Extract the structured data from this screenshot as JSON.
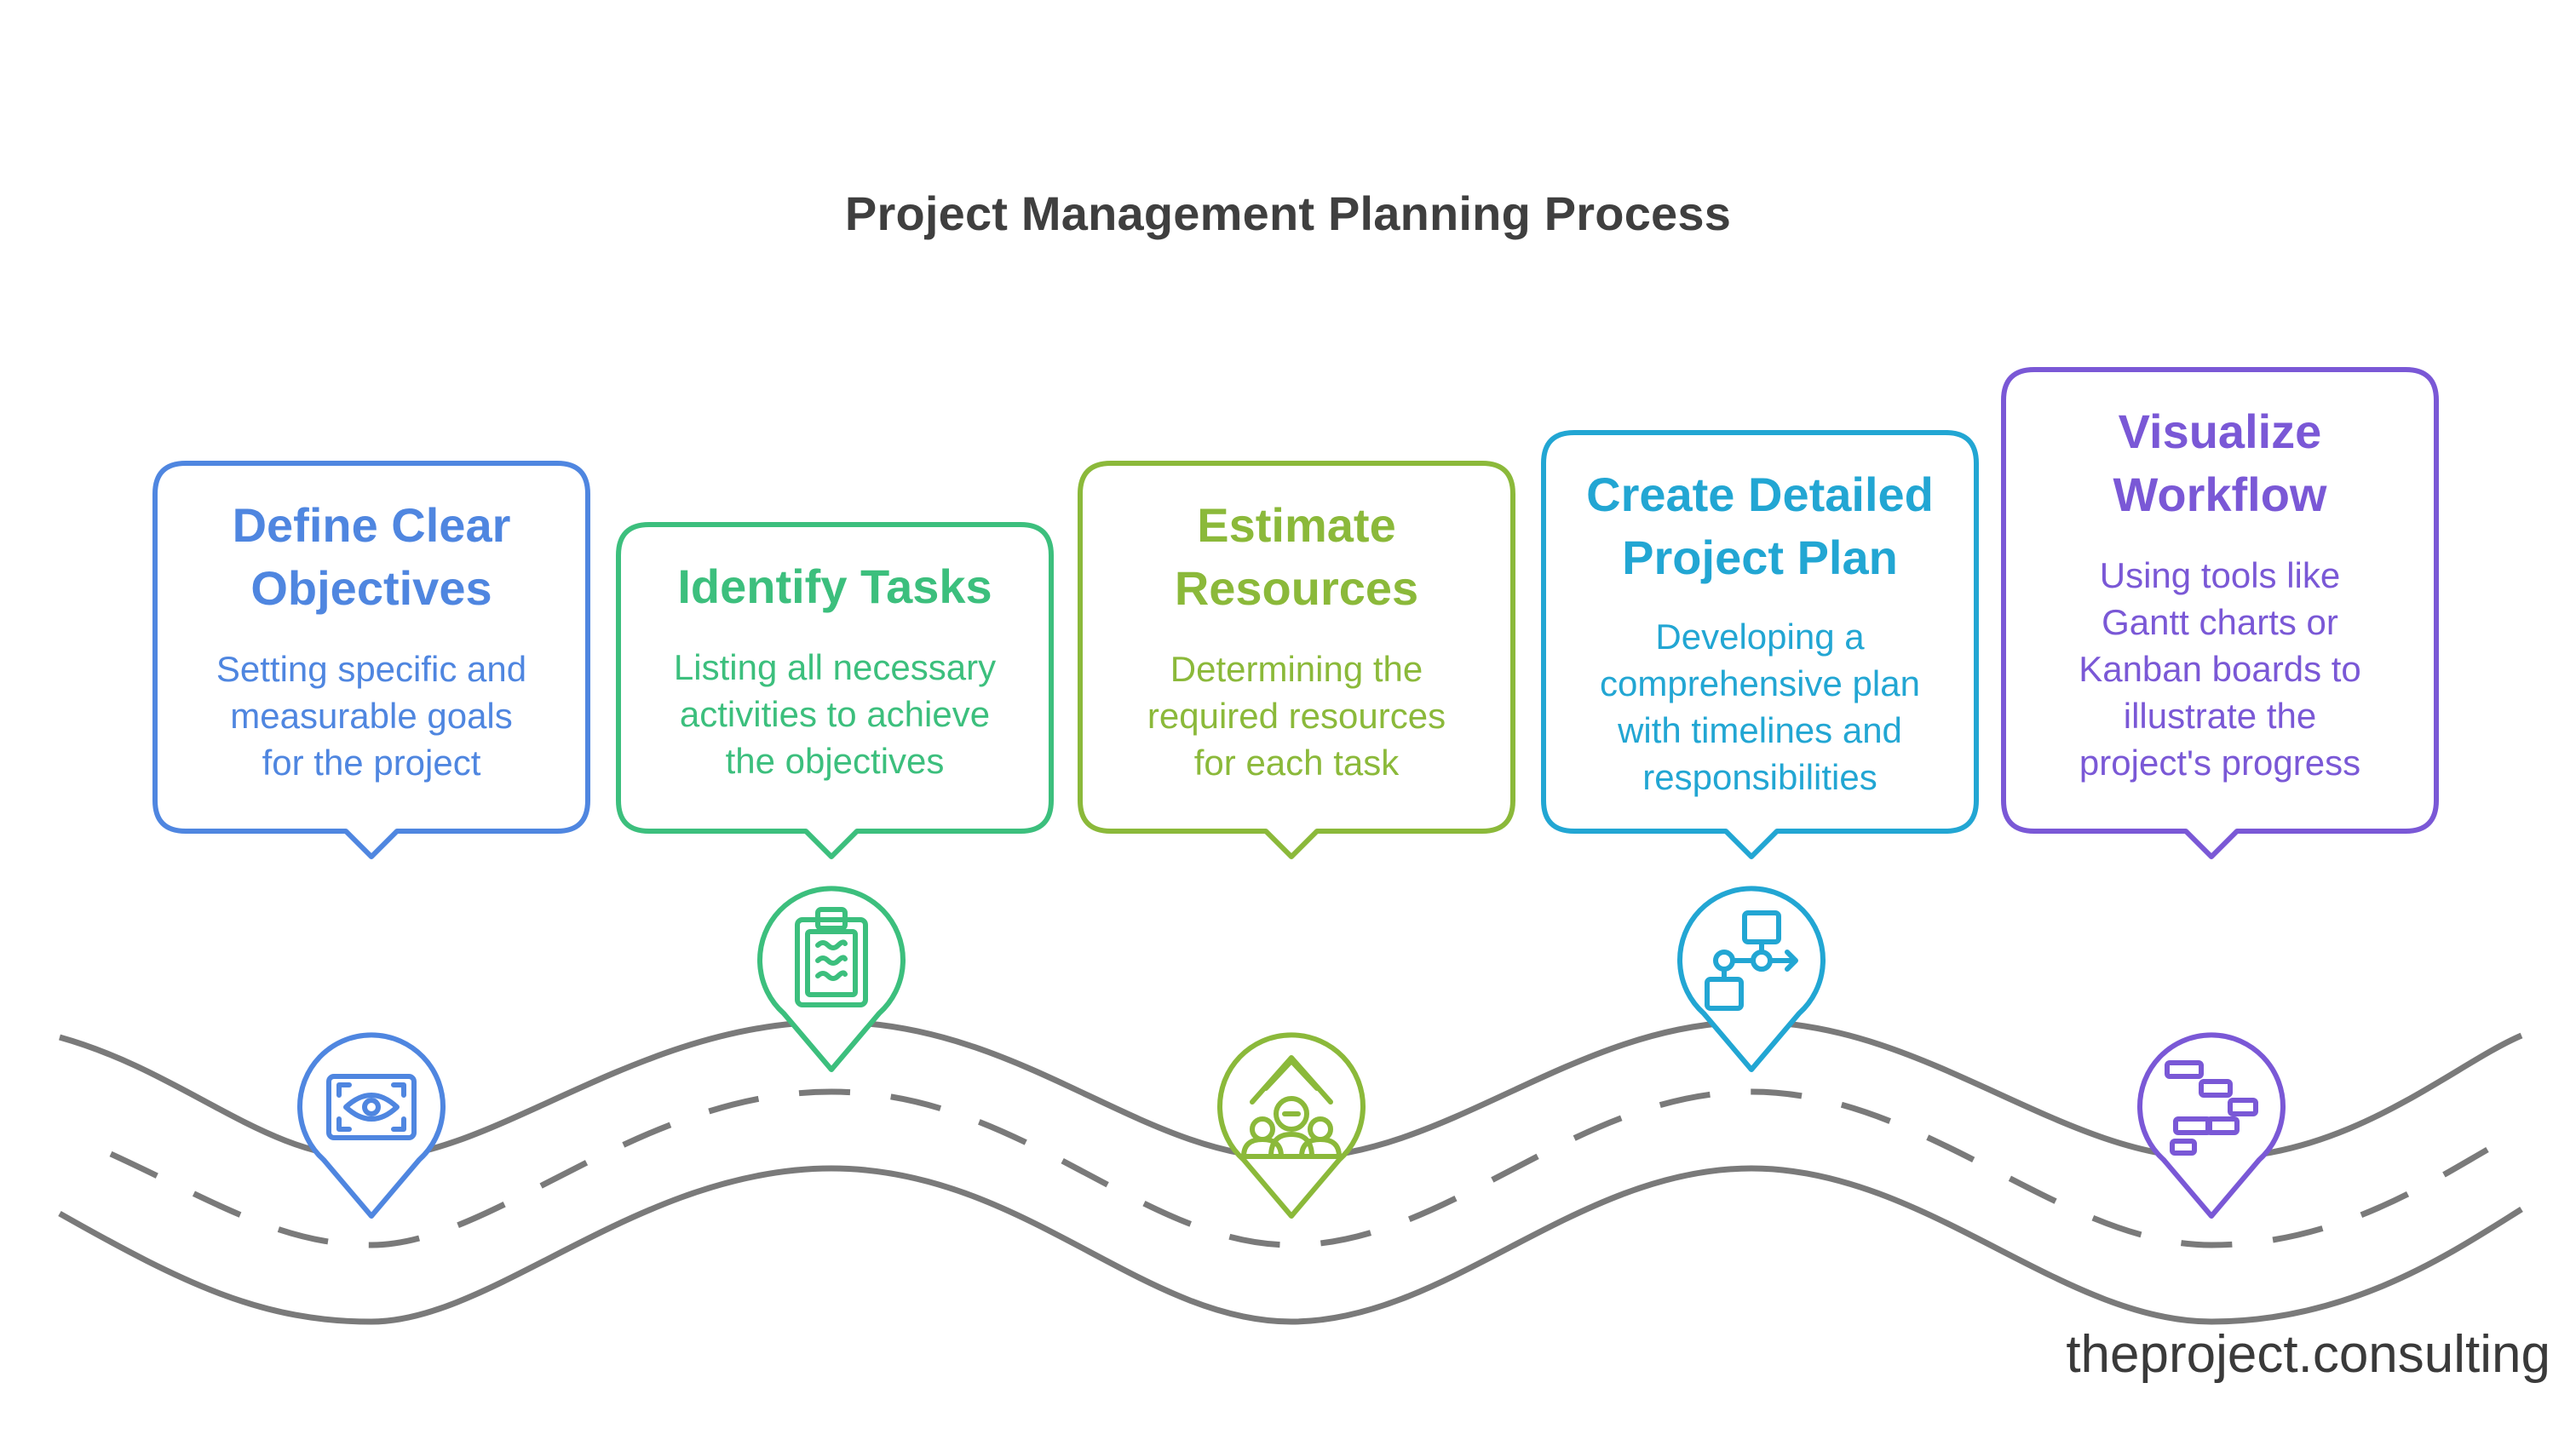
{
  "title": "Project Management Planning Process",
  "watermark": "theproject.consulting",
  "steps": [
    {
      "heading": [
        "Define Clear",
        "Objectives"
      ],
      "body": [
        "Setting specific and",
        "measurable goals",
        "for the project"
      ],
      "color": "#4f86e0",
      "icon": "eye-scan-icon"
    },
    {
      "heading": [
        "Identify Tasks"
      ],
      "body": [
        "Listing all necessary",
        "activities to achieve",
        "the objectives"
      ],
      "color": "#3cbf7d",
      "icon": "clipboard-icon"
    },
    {
      "heading": [
        "Estimate",
        "Resources"
      ],
      "body": [
        "Determining the",
        "required resources",
        "for each task"
      ],
      "color": "#8bb93a",
      "icon": "team-growth-icon"
    },
    {
      "heading": [
        "Create Detailed",
        "Project Plan"
      ],
      "body": [
        "Developing a",
        "comprehensive plan",
        "with timelines and",
        "responsibilities"
      ],
      "color": "#22a6d3",
      "icon": "flowchart-icon"
    },
    {
      "heading": [
        "Visualize",
        "Workflow"
      ],
      "body": [
        "Using tools like",
        "Gantt charts or",
        "Kanban boards to",
        "illustrate the",
        "project's progress"
      ],
      "color": "#7a58d6",
      "icon": "gantt-chart-icon"
    }
  ]
}
